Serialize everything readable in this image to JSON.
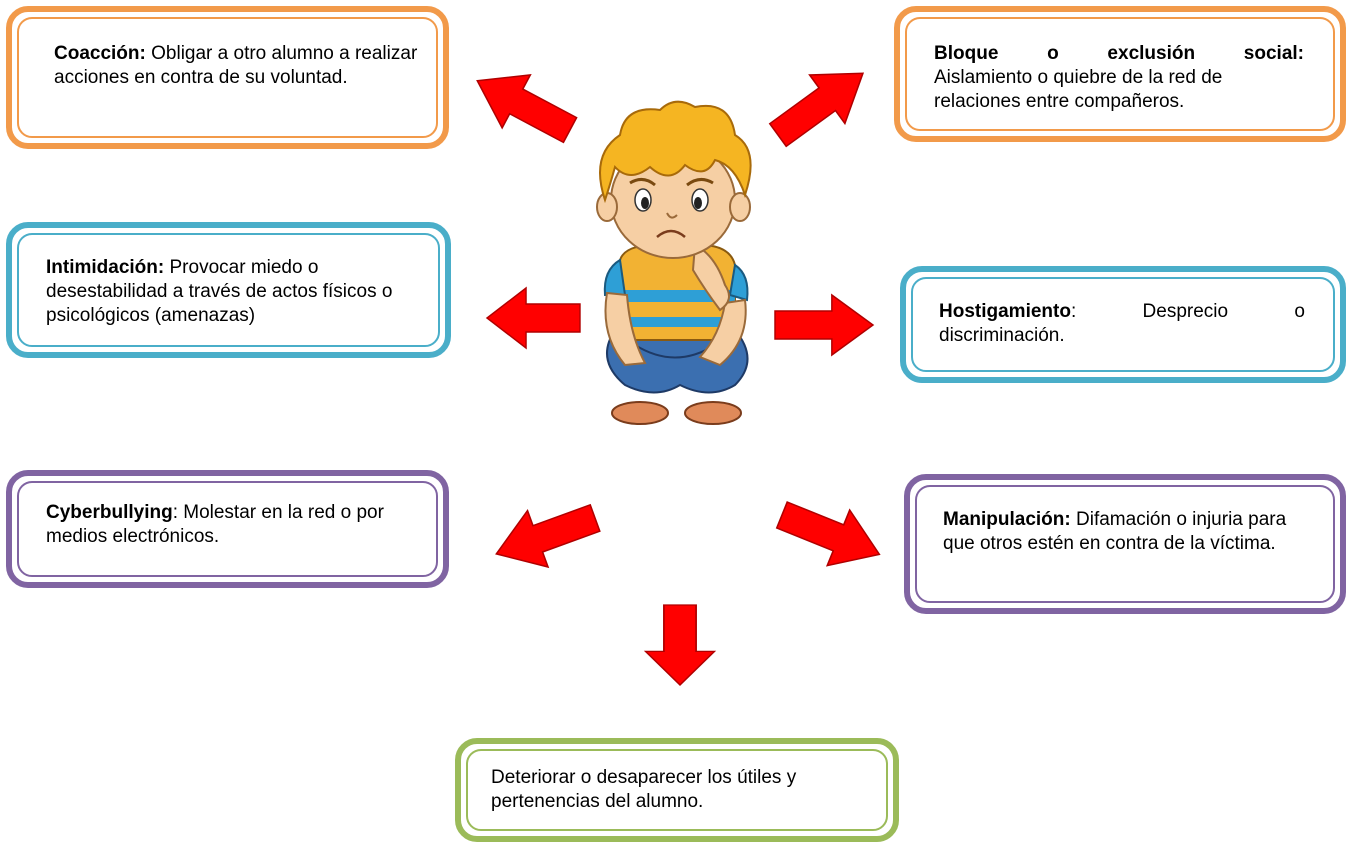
{
  "boxes": {
    "coaccion": {
      "term": "Coacción:",
      "desc": " Obligar a otro alumno a realizar acciones en contra de su voluntad."
    },
    "bloque": {
      "term": "Bloque o exclusión social:",
      "desc": "Aislamiento o quiebre de la red de relaciones entre compañeros."
    },
    "intimidacion": {
      "term": "Intimidación:",
      "desc": " Provocar miedo o desestabilidad a través de actos físicos o psicológicos (amenazas)"
    },
    "hostigamiento": {
      "term": "Hostigamiento",
      "sep": ":",
      "desc": " Desprecio o discriminación."
    },
    "cyberbullying": {
      "term": "Cyberbullying",
      "sep": ":",
      "desc": " Molestar en la red o por medios electrónicos."
    },
    "manipulacion": {
      "term": "Manipulación:",
      "desc": " Difamación o injuria para que otros estén en contra de la víctima."
    },
    "deteriorar": {
      "desc": "Deteriorar o desaparecer los útiles y pertenencias del alumno."
    }
  },
  "colors": {
    "orange": "#f29a4a",
    "teal": "#4aaec9",
    "purple": "#8064a2",
    "green": "#9bbb59",
    "arrow_fill": "#ff0000",
    "arrow_stroke": "#b00000"
  },
  "icons": {
    "center": "sad-boy-icon",
    "arrows": "red-block-arrow-icon"
  }
}
